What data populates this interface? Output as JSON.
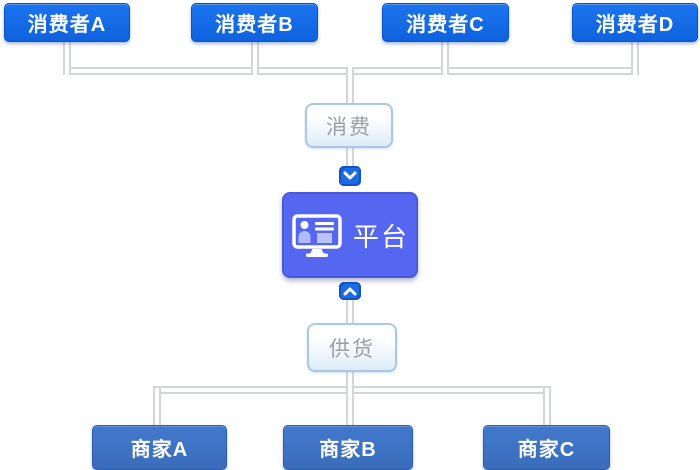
{
  "diagram": {
    "title_implicit": "platform-supply-consumption-flow",
    "colors": {
      "bg": "#ffffff",
      "consumer_box": "#1169e8",
      "merchant_box": "#3d72c4",
      "platform_box": "#5566f0",
      "label_box_border": "#a9c8e8",
      "label_text": "#9aa0a6",
      "connector": "#d2d6db",
      "arrow_badge": "#1d6be4"
    },
    "consumers": [
      {
        "label": "消费者A"
      },
      {
        "label": "消费者B"
      },
      {
        "label": "消费者C"
      },
      {
        "label": "消费者D"
      }
    ],
    "flow": {
      "consume_label": "消费",
      "supply_label": "供货"
    },
    "platform": {
      "label": "平台",
      "icon": "monitor-icon"
    },
    "arrows": {
      "down": "chevron-down-icon",
      "up": "chevron-up-icon"
    },
    "merchants": [
      {
        "label": "商家A"
      },
      {
        "label": "商家B"
      },
      {
        "label": "商家C"
      }
    ]
  }
}
